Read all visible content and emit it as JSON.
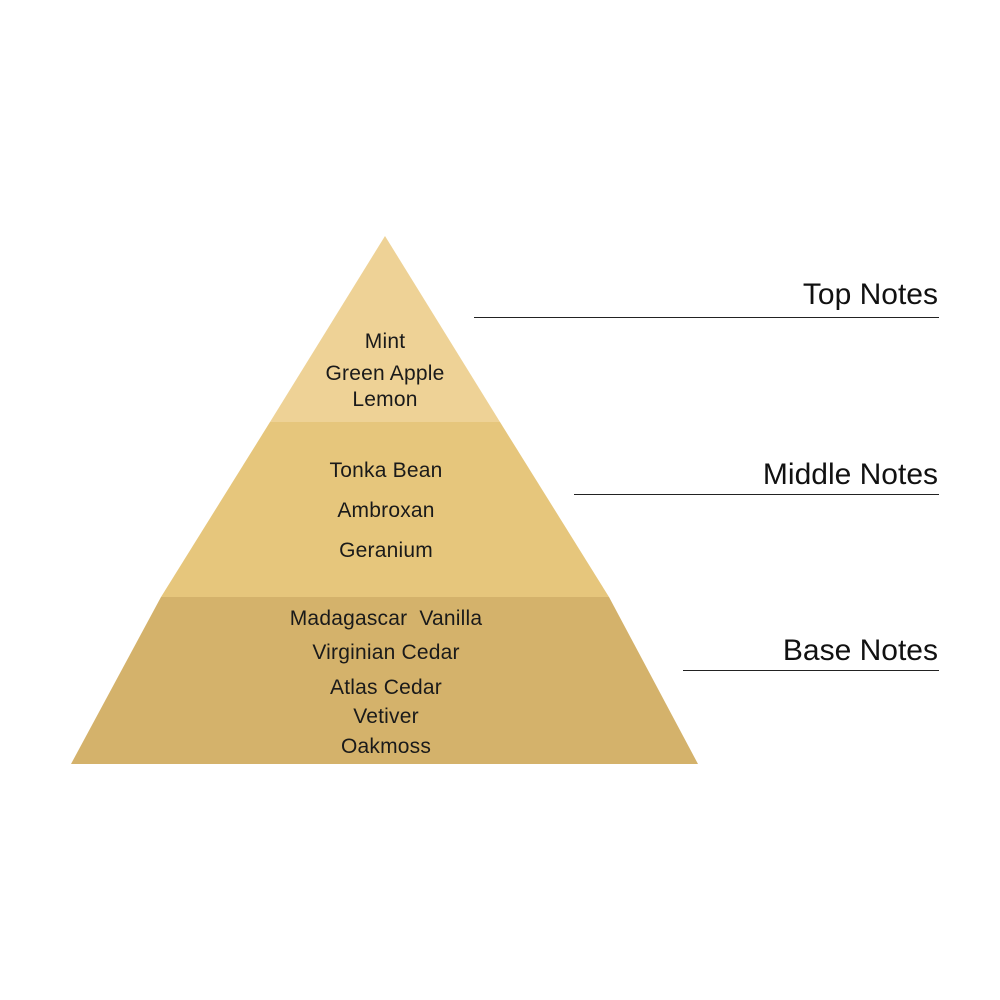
{
  "colors": {
    "top_tier": "#EED296",
    "middle_tier": "#E6C67C",
    "base_tier": "#D4B26B",
    "text": "#1a1a1a",
    "rule": "#222222"
  },
  "tiers": [
    {
      "label": "Top Notes",
      "notes": [
        "Mint",
        "Green Apple",
        "Lemon"
      ]
    },
    {
      "label": "Middle Notes",
      "notes": [
        "Tonka Bean",
        "Ambroxan",
        "Geranium"
      ]
    },
    {
      "label": "Base Notes",
      "notes": [
        "Madagascar  Vanilla",
        "Virginian Cedar",
        "Atlas Cedar",
        "Vetiver",
        "Oakmoss"
      ]
    }
  ]
}
